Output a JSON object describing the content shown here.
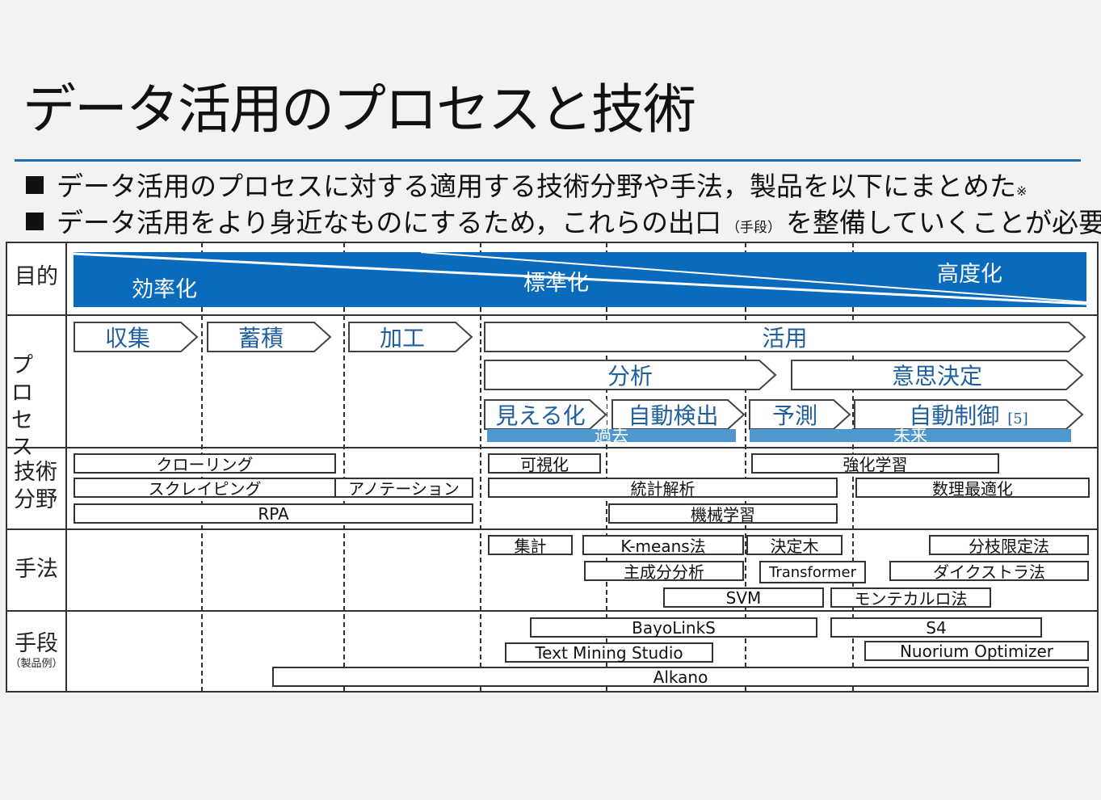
{
  "title": "データ活用のプロセスと技術",
  "bullets": [
    {
      "text_main": "データ活用のプロセスに対する適用する技術分野や手法，製品を以下にまとめた",
      "note": "※"
    },
    {
      "text_before": "データ活用をより身近なものにするため，これらの出口",
      "note": "（手段）",
      "text_after": "を整備していくことが必要"
    }
  ],
  "row_labels": {
    "purpose": "目的",
    "process": "プロセス",
    "tech": "技術分野",
    "method": "手法",
    "means": "手段",
    "means_sub": "（製品例）"
  },
  "purpose": {
    "labels": [
      "効率化",
      "標準化",
      "高度化"
    ],
    "color": "#0a6bbd"
  },
  "process": {
    "row1": [
      "収集",
      "蓄積",
      "加工",
      "活用"
    ],
    "row2": [
      "分析",
      "意思決定"
    ],
    "row3": [
      "見える化",
      "自動検出",
      "予測",
      "自動制御"
    ],
    "row3_cite": "[5]",
    "timeline": [
      "過去",
      "未来"
    ]
  },
  "tech": {
    "boxes": [
      "クローリング",
      "スクレイピング",
      "アノテーション",
      "RPA",
      "可視化",
      "統計解析",
      "機械学習",
      "強化学習",
      "数理最適化"
    ]
  },
  "methods": {
    "boxes": [
      "集計",
      "K-means法",
      "決定木",
      "分枝限定法",
      "主成分分析",
      "Transformer",
      "ダイクストラ法",
      "SVM",
      "モンテカルロ法"
    ]
  },
  "means": {
    "boxes": [
      "BayoLinkS",
      "S4",
      "Text Mining Studio",
      "Nuorium Optimizer",
      "Alkano"
    ]
  }
}
